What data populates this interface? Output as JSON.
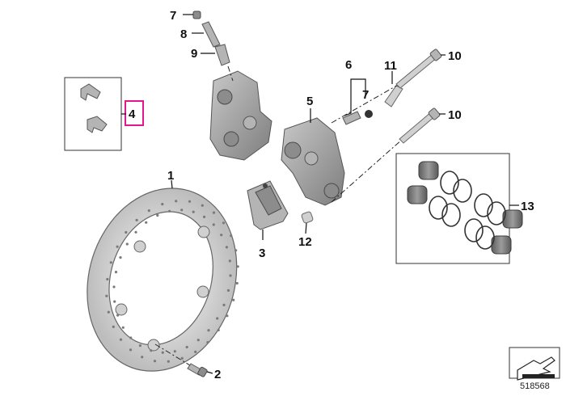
{
  "callouts": {
    "c1": "1",
    "c2": "2",
    "c3": "3",
    "c4": "4",
    "c5": "5",
    "c6": "6",
    "c7a": "7",
    "c7b": "7",
    "c8": "8",
    "c9": "9",
    "c10a": "10",
    "c10b": "10",
    "c11": "11",
    "c12": "12",
    "c13": "13"
  },
  "highlight_color": "#e0198c",
  "diagram_id": "518568",
  "corner_icon": "arrow-mark-icon"
}
